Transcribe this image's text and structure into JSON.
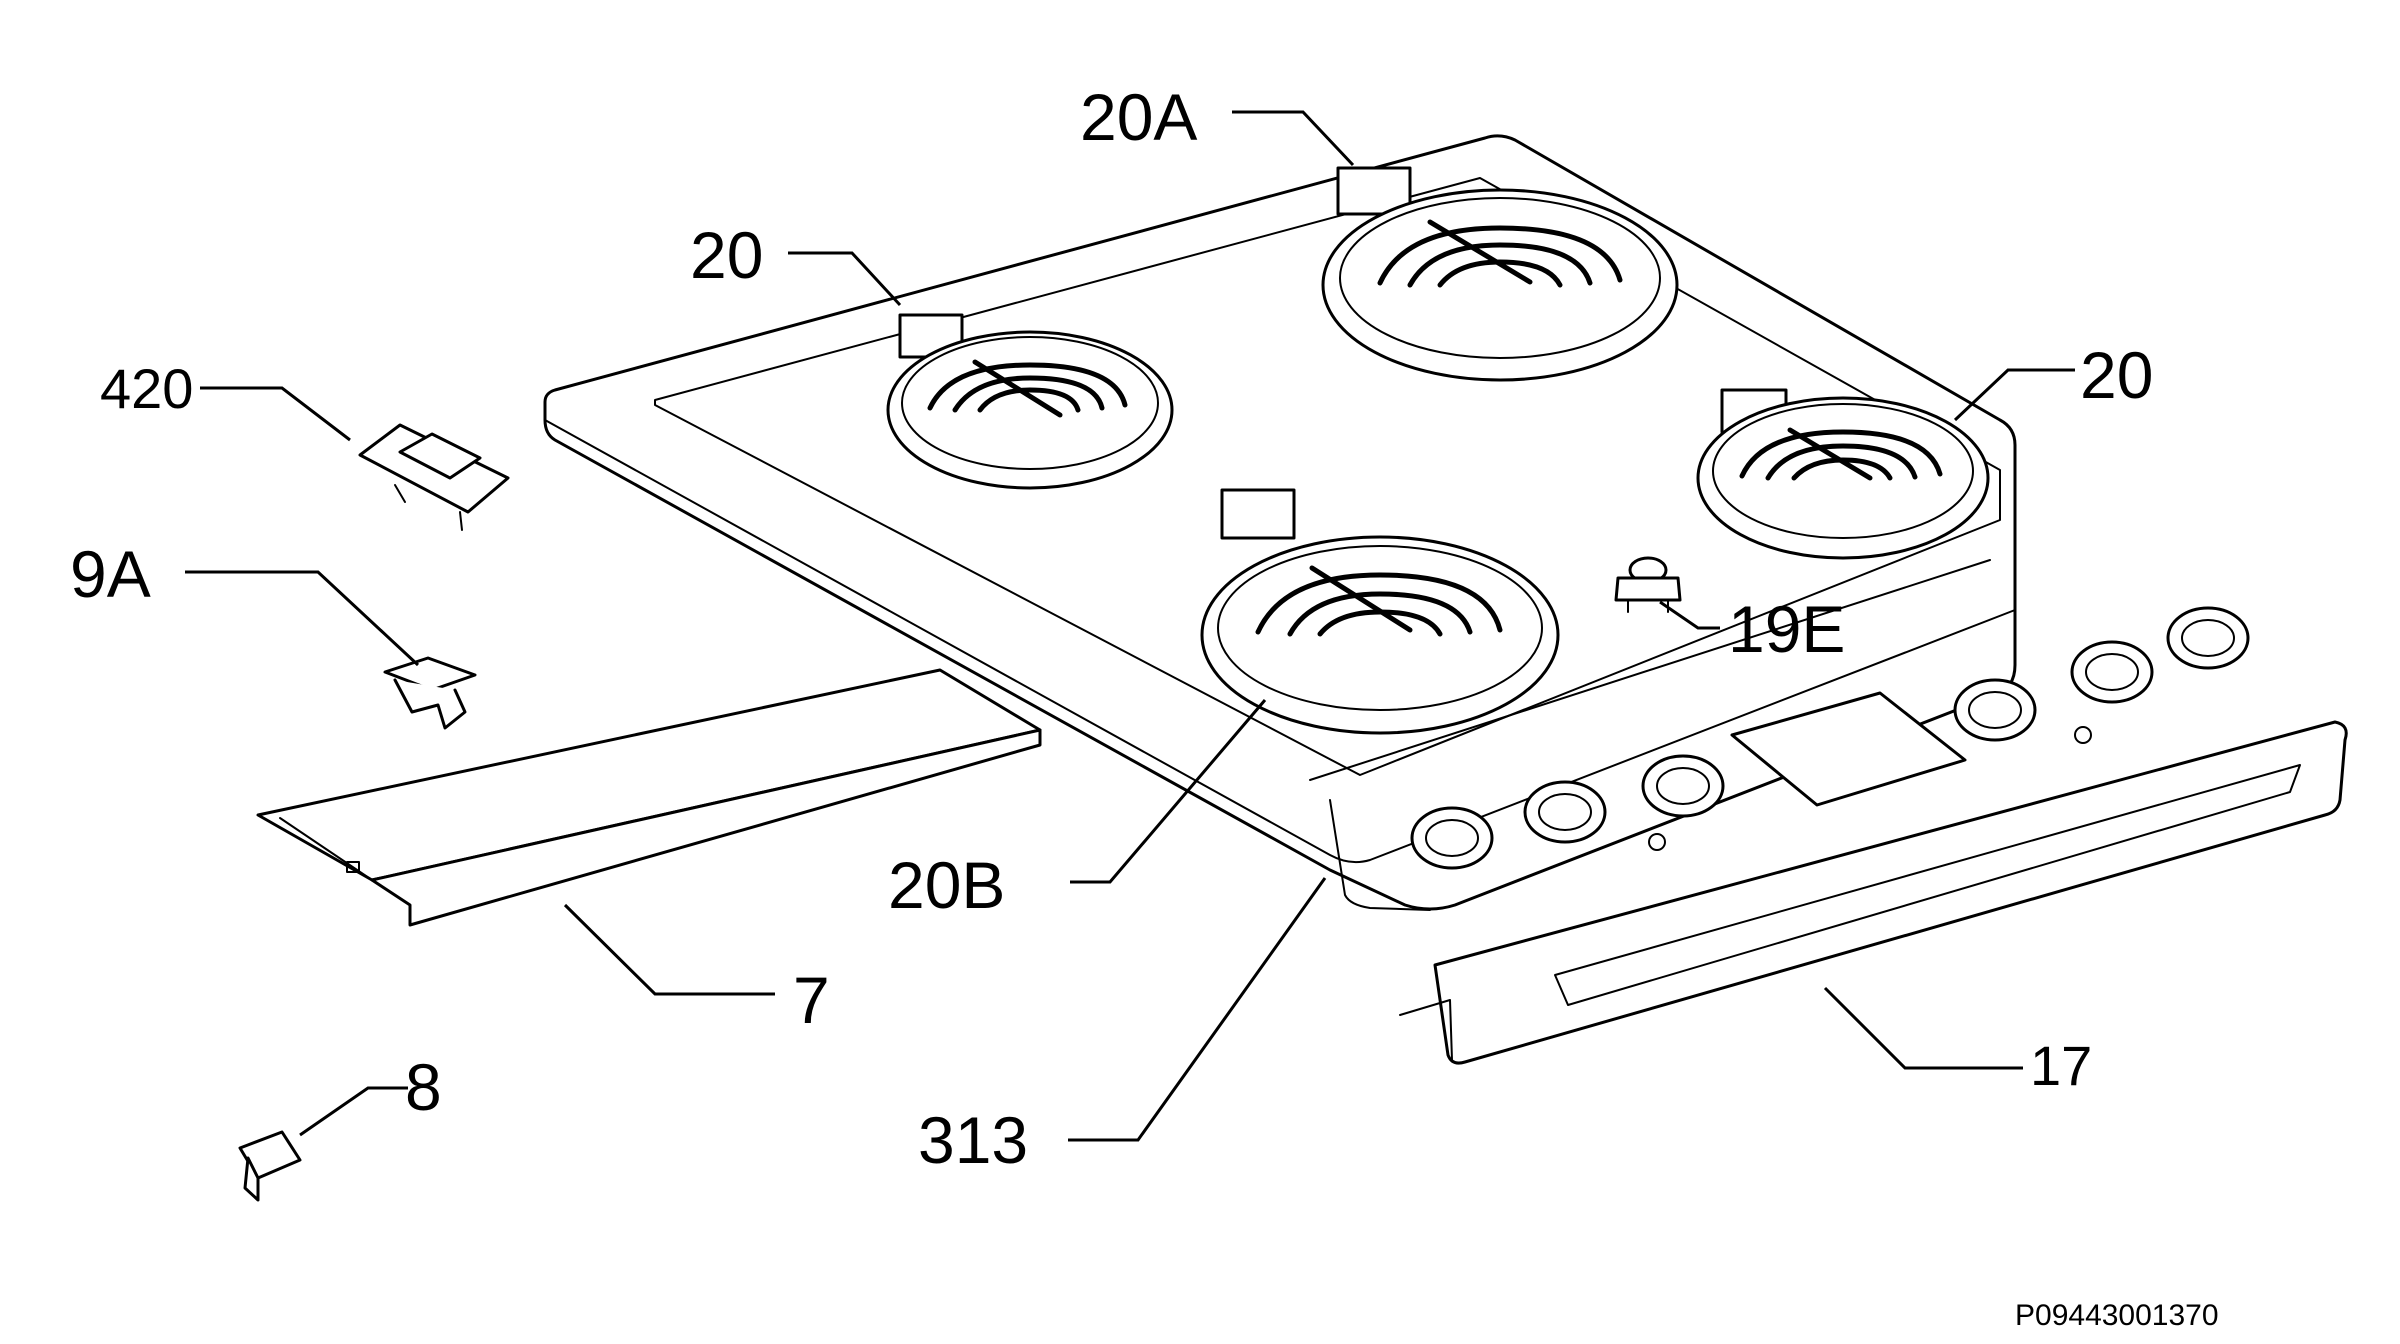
{
  "diagram": {
    "callouts": {
      "c420": "420",
      "c9a": "9A",
      "c20_rear_left": "20",
      "c20a": "20A",
      "c20_right": "20",
      "c19e": "19E",
      "c20b": "20B",
      "c7": "7",
      "c8": "8",
      "c313": "313",
      "c17": "17"
    },
    "document_id": "P09443001370"
  }
}
